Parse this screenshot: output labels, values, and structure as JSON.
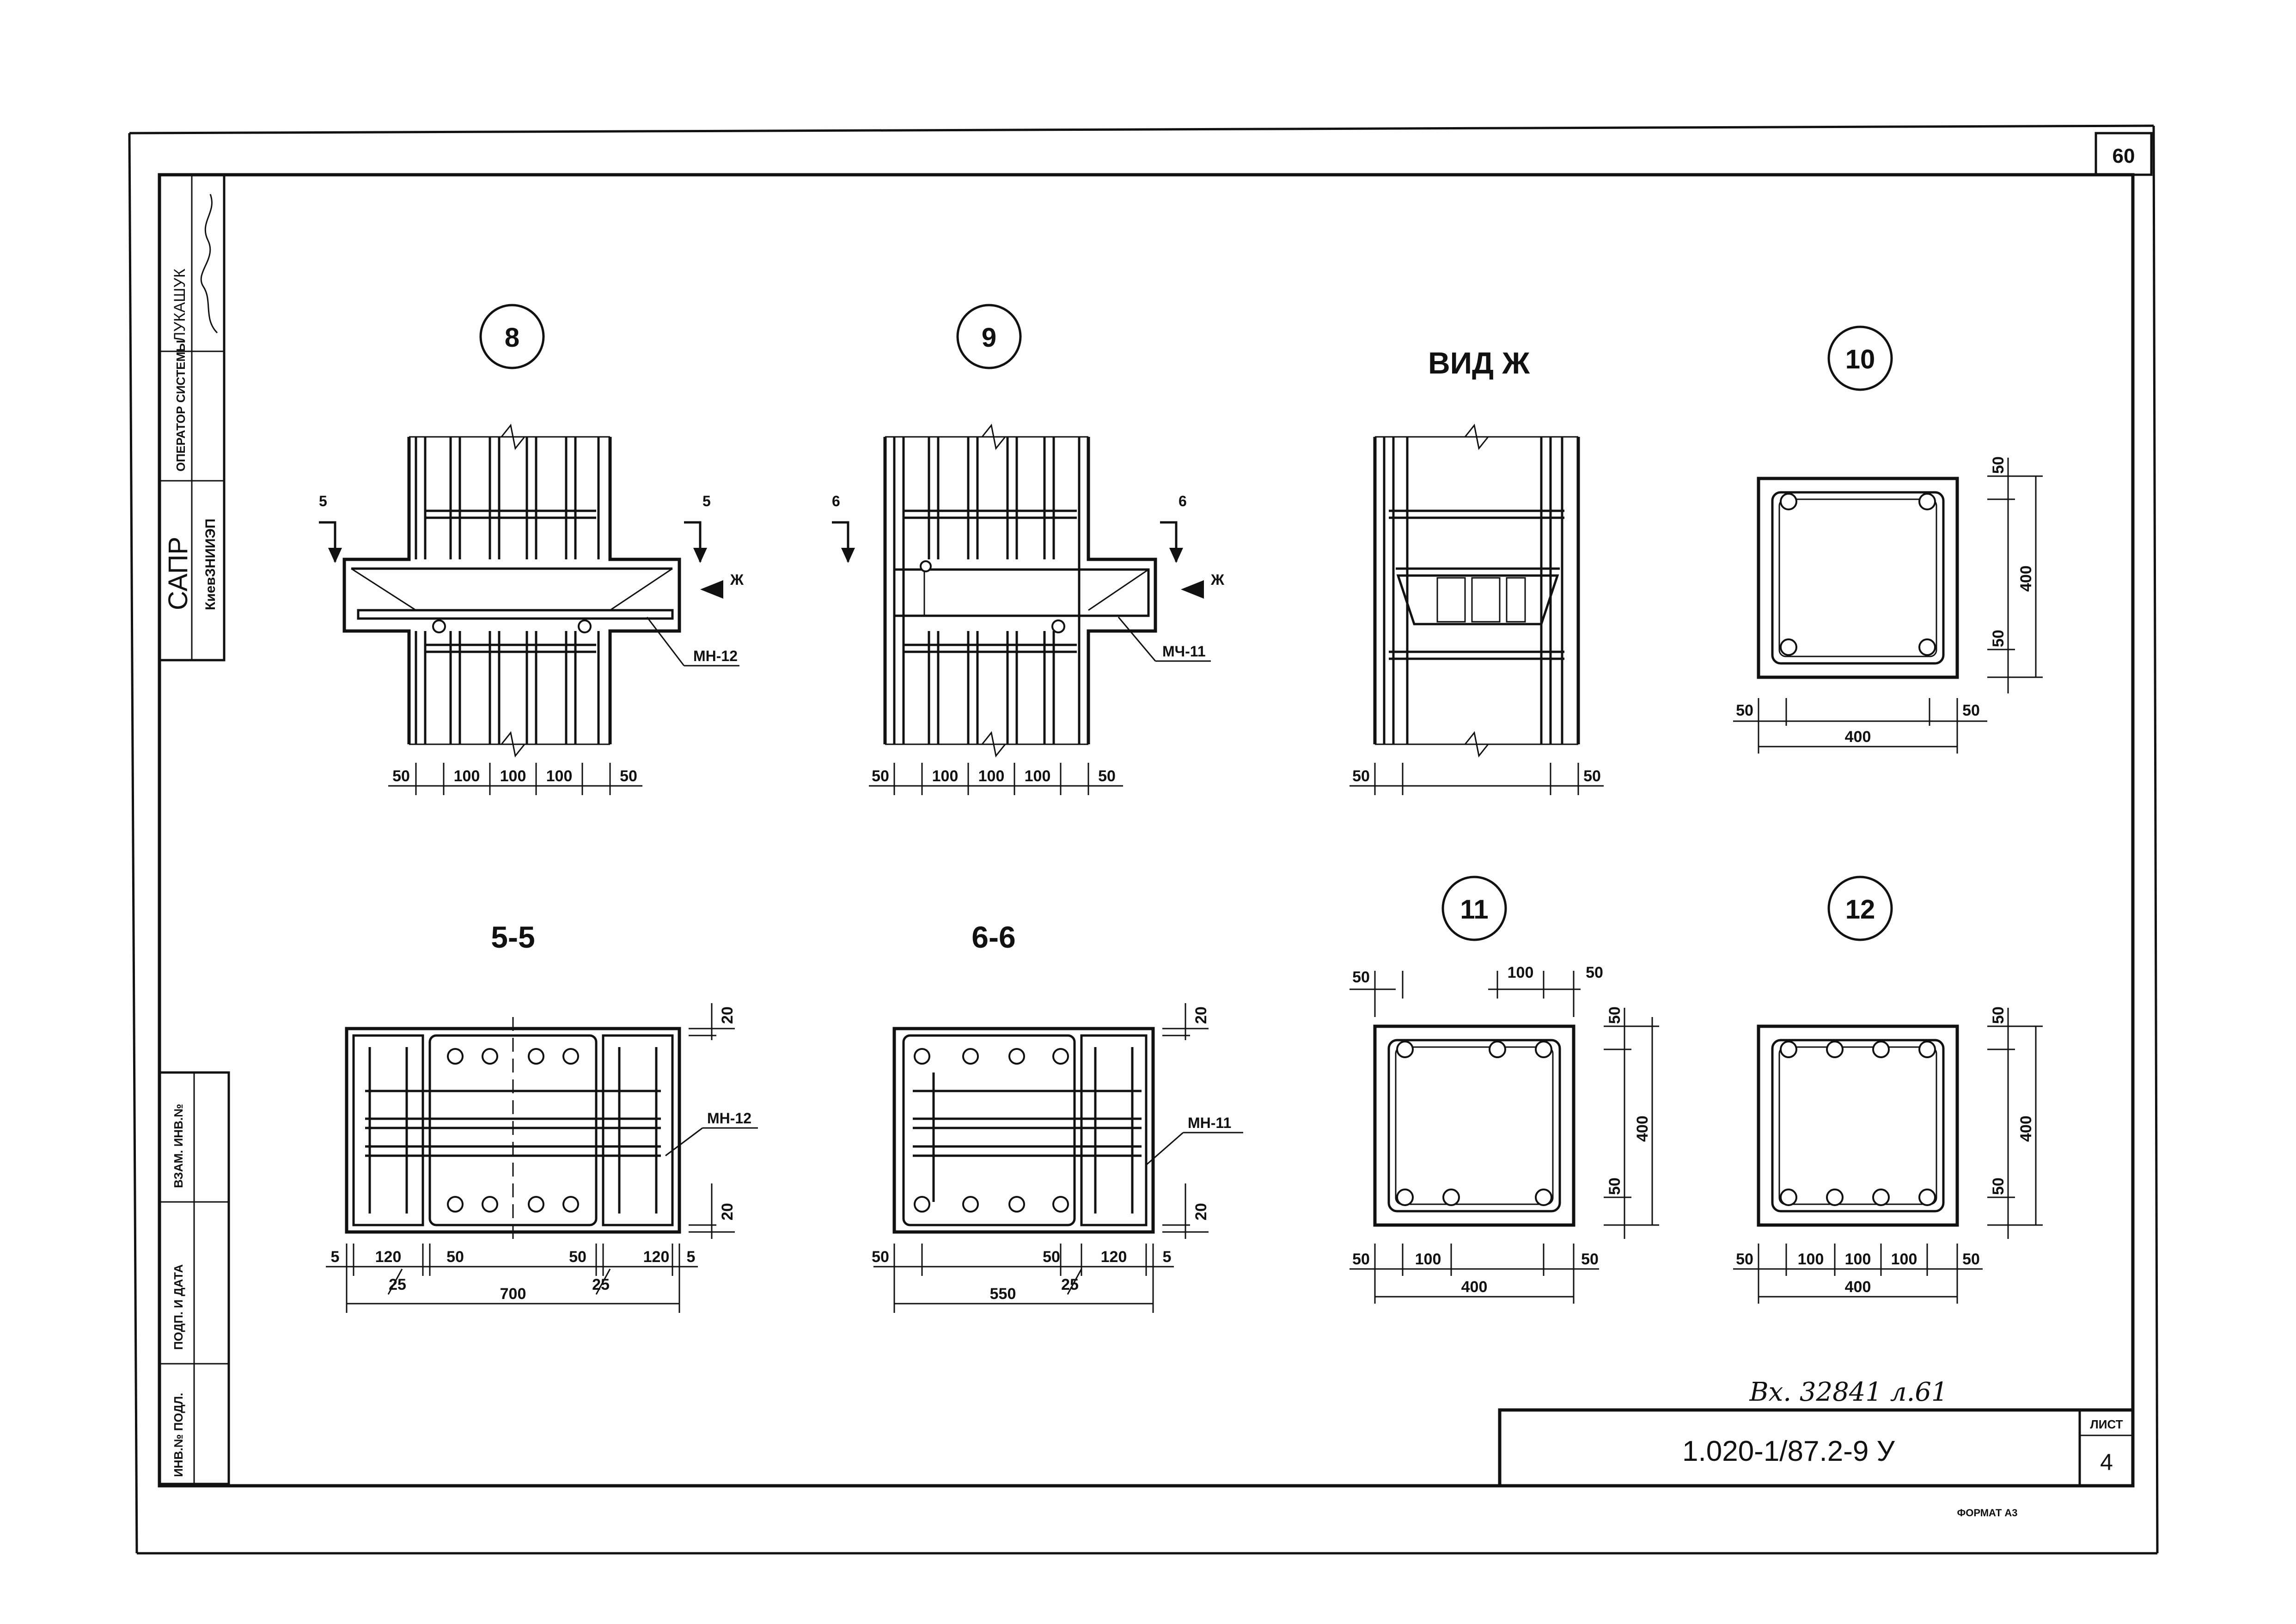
{
  "sheet": {
    "corner_number": "60",
    "list_label": "ЛИСТ",
    "list_number": "4",
    "document_code": "1.020-1/87.2-9 У",
    "handwritten_note": "Вх. 32841 л.61",
    "format_label": "ФОРМАТ А3"
  },
  "side_stamp": {
    "name": "ЛУКАШУК",
    "operator_label": "ОПЕРАТОР СИСТЕМЫ",
    "org": "САПР",
    "org_sub": "КиевЗНИИЭП",
    "field_vzam": "ВЗАМ. ИНВ.№",
    "field_podp": "ПОДП. И ДАТА",
    "field_inv": "ИНВ.№ ПОДЛ."
  },
  "views": {
    "v8": {
      "bubble": "8",
      "section_mark": "5",
      "view_mark": "Ж",
      "part_label": "МН-12",
      "dims": [
        "50",
        "100",
        "100",
        "100",
        "50"
      ]
    },
    "v9": {
      "bubble": "9",
      "section_mark": "6",
      "view_mark": "Ж",
      "part_label": "МЧ-11",
      "dims": [
        "50",
        "100",
        "100",
        "100",
        "50"
      ]
    },
    "vzh": {
      "title": "ВИД Ж",
      "dims": [
        "50",
        "50"
      ]
    },
    "v10": {
      "bubble": "10",
      "dims": [
        "50",
        "50",
        "400",
        "50",
        "400",
        "50"
      ]
    },
    "s55": {
      "title": "5-5",
      "part_label": "МН-12",
      "dims": [
        "5",
        "120",
        "50",
        "50",
        "120",
        "5",
        "25",
        "25",
        "700",
        "20",
        "20"
      ]
    },
    "s66": {
      "title": "6-6",
      "part_label": "МН-11",
      "dims": [
        "50",
        "50",
        "120",
        "5",
        "25",
        "550",
        "20",
        "20"
      ]
    },
    "v11": {
      "bubble": "11",
      "dims": [
        "50",
        "100",
        "50",
        "50",
        "400",
        "50",
        "50",
        "100",
        "50",
        "400"
      ]
    },
    "v12": {
      "bubble": "12",
      "dims": [
        "50",
        "400",
        "50",
        "50",
        "100",
        "100",
        "100",
        "50",
        "400"
      ]
    }
  }
}
